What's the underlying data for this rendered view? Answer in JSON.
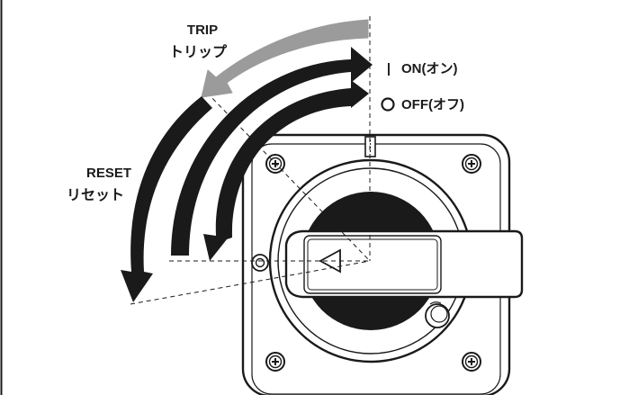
{
  "labels": {
    "trip_en": "TRIP",
    "trip_jp": "トリップ",
    "reset_en": "RESET",
    "reset_jp": "リセット",
    "on_symbol": "|",
    "on_text": "ON(オン)",
    "off_symbol": "O",
    "off_text": "OFF(オフ)"
  },
  "colors": {
    "trip_arrow": "#9b9b9b",
    "black_arrow": "#1a1a1a",
    "outline": "#1a1a1a",
    "background": "#ffffff"
  }
}
